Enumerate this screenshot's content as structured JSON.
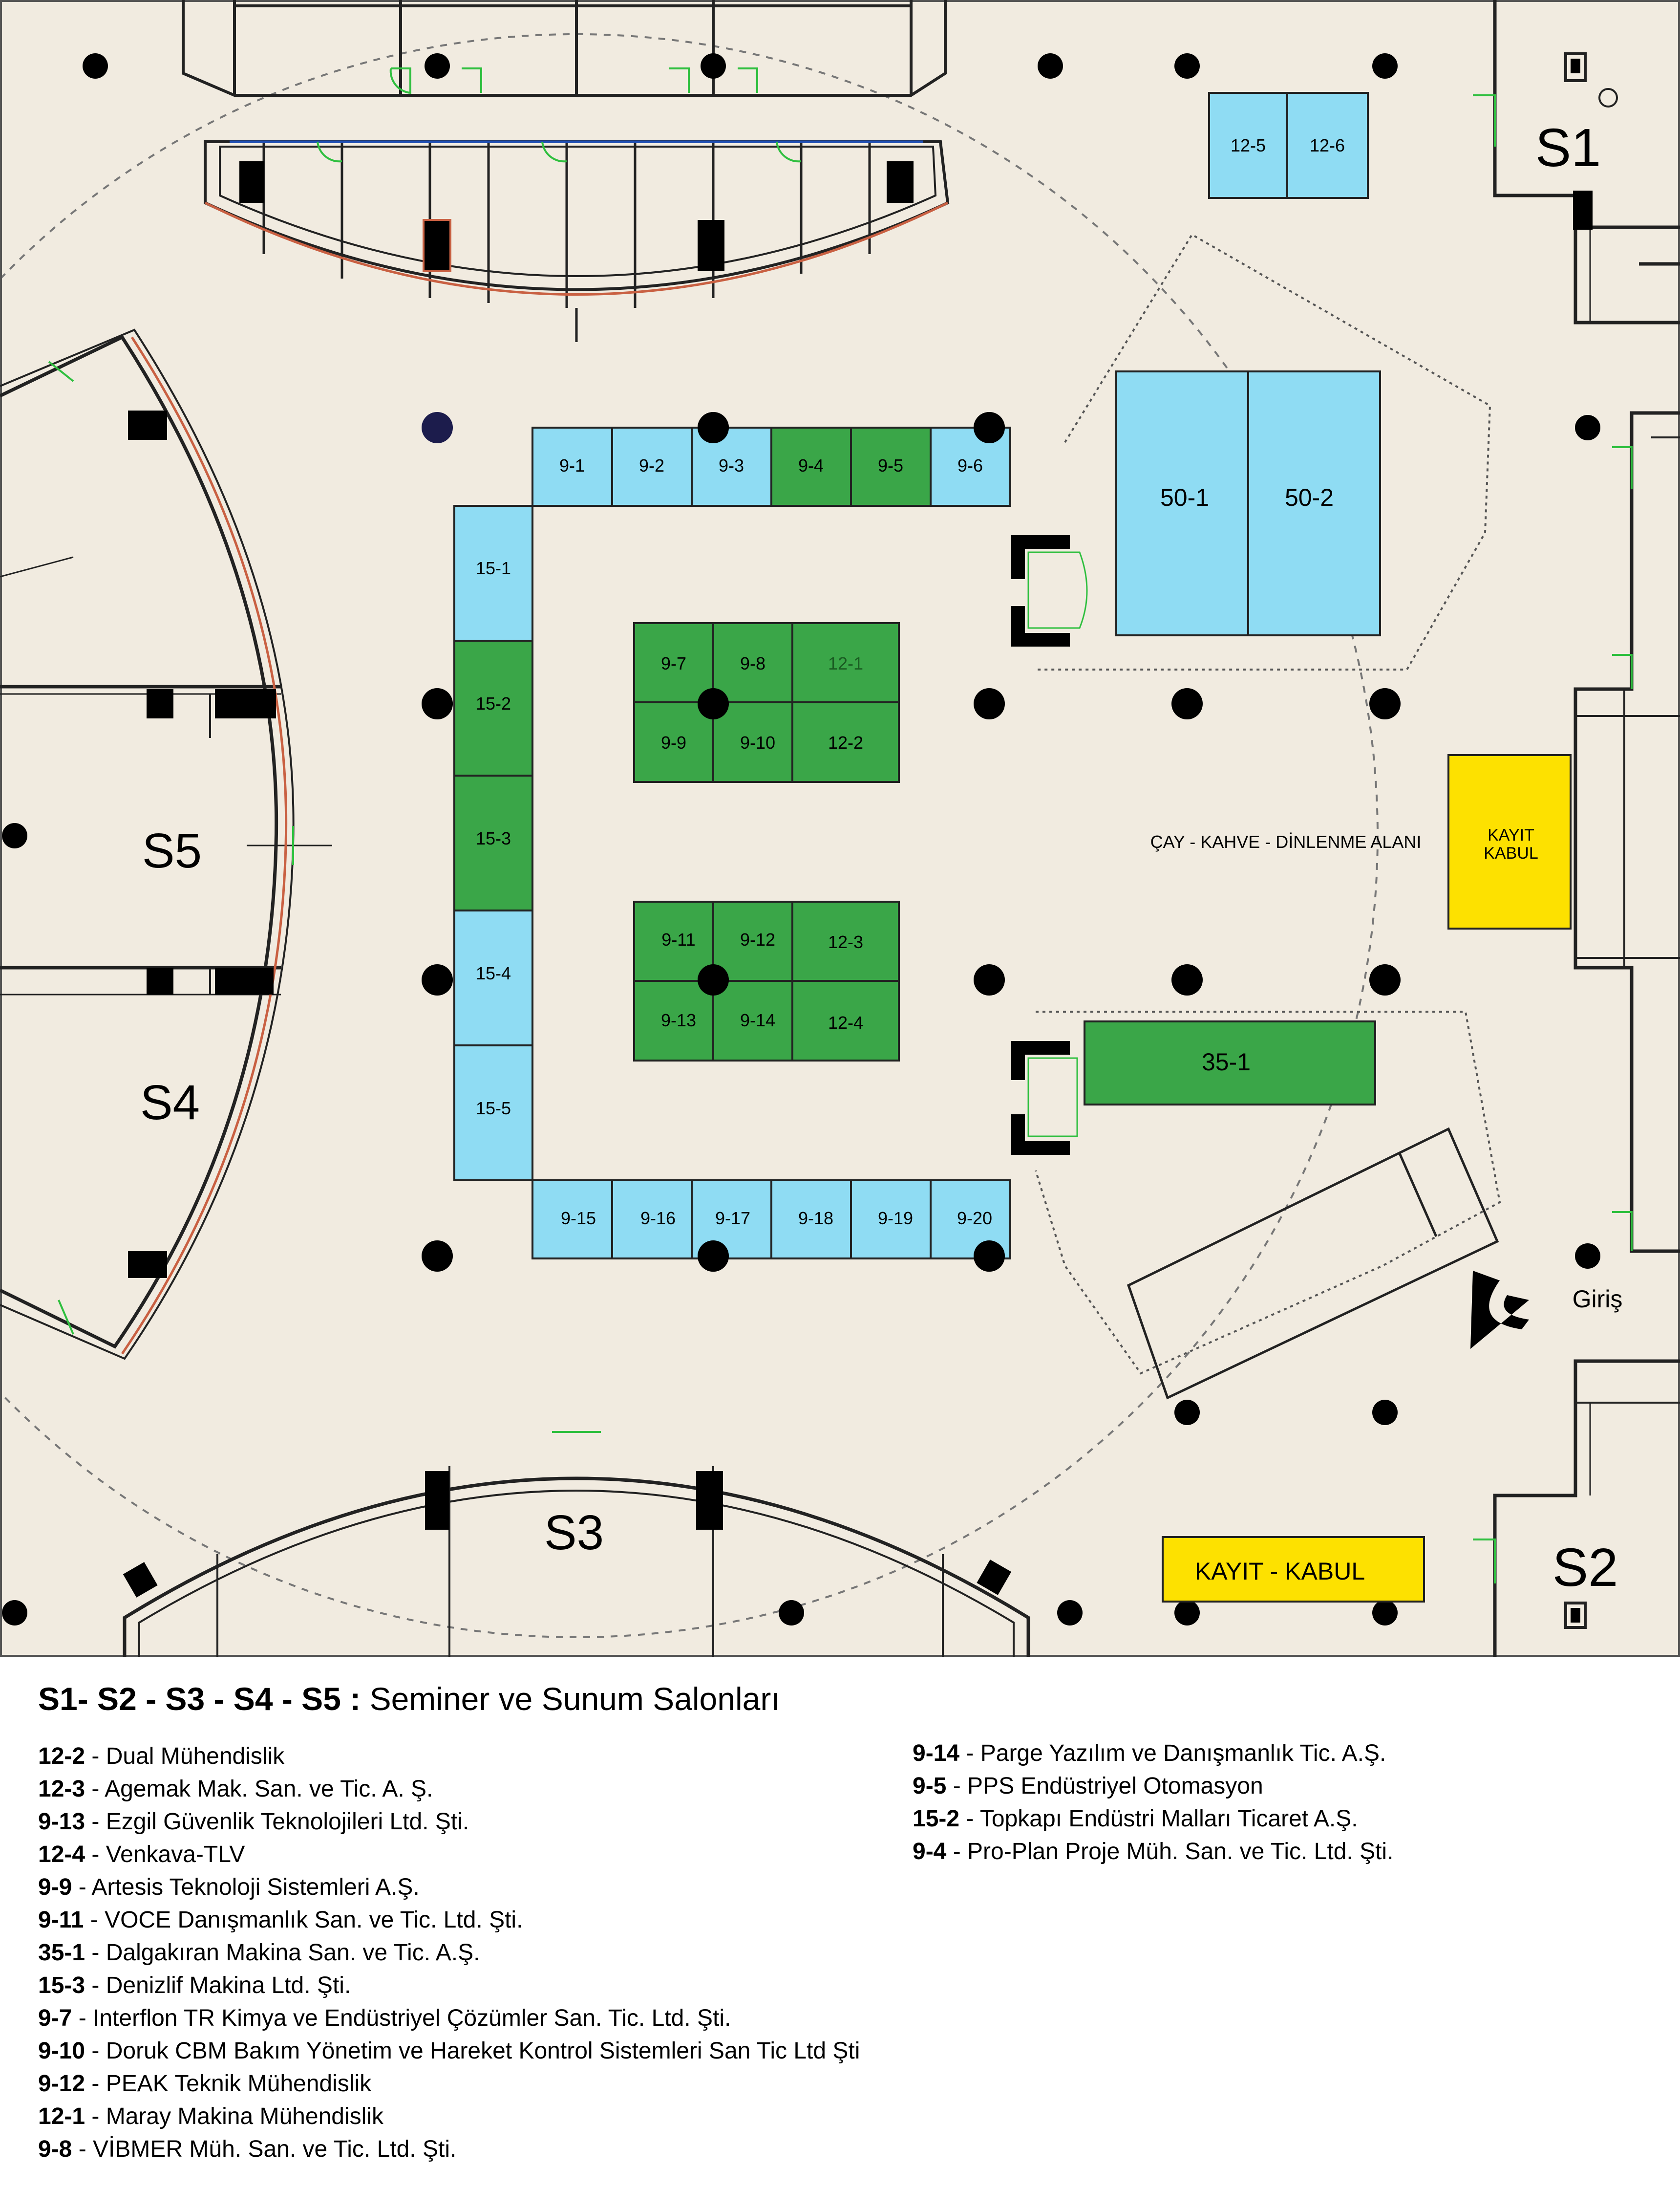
{
  "halls": {
    "s1": "S1",
    "s2": "S2",
    "s3": "S3",
    "s4": "S4",
    "s5": "S5"
  },
  "booths": {
    "b12_5": "12-5",
    "b12_6": "12-6",
    "b9_1": "9-1",
    "b9_2": "9-2",
    "b9_3": "9-3",
    "b9_4": "9-4",
    "b9_5": "9-5",
    "b9_6": "9-6",
    "b15_1": "15-1",
    "b15_2": "15-2",
    "b15_3": "15-3",
    "b15_4": "15-4",
    "b15_5": "15-5",
    "b9_7": "9-7",
    "b9_8": "9-8",
    "b12_1": "12-1",
    "b9_9": "9-9",
    "b9_10": "9-10",
    "b12_2": "12-2",
    "b9_11": "9-11",
    "b9_12": "9-12",
    "b12_3": "12-3",
    "b9_13": "9-13",
    "b9_14": "9-14",
    "b12_4": "12-4",
    "b50_1": "50-1",
    "b50_2": "50-2",
    "b35_1": "35-1",
    "b9_15": "9-15",
    "b9_16": "9-16",
    "b9_17": "9-17",
    "b9_18": "9-18",
    "b9_19": "9-19",
    "b9_20": "9-20"
  },
  "areas": {
    "lounge": "ÇAY - KAHVE - DİNLENME ALANI",
    "registration_small_line1": "KAYIT",
    "registration_small_line2": "KABUL",
    "registration_large": "KAYIT - KABUL",
    "entrance": "Giriş"
  },
  "colors": {
    "background": "#f1ebe0",
    "booth_blue": "#8fdcf3",
    "booth_green": "#3aa648",
    "registration_yellow": "#fde100",
    "wall_dark": "#000000",
    "hall_red": "#c96042",
    "door_green": "#2fbf3f"
  },
  "legend": {
    "title_bold": "S1- S2 - S3 - S4 - S5 :",
    "title_rest": " Seminer ve Sunum Salonları",
    "left": [
      {
        "code": "12-2",
        "text": " - Dual Mühendislik"
      },
      {
        "code": "12-3",
        "text": " - Agemak Mak. San. ve Tic. A. Ş."
      },
      {
        "code": "9-13",
        "text": " - Ezgil Güvenlik Teknolojileri Ltd. Şti."
      },
      {
        "code": "12-4",
        "text": " - Venkava-TLV"
      },
      {
        "code": "9-9",
        "text": " - Artesis Teknoloji Sistemleri A.Ş."
      },
      {
        "code": "9-11",
        "text": " - VOCE Danışmanlık San. ve Tic. Ltd. Şti."
      },
      {
        "code": "35-1",
        "text": " - Dalgakıran Makina San. ve Tic. A.Ş."
      },
      {
        "code": "15-3",
        "text": " - Denizlif Makina Ltd. Şti."
      },
      {
        "code": "9-7",
        "text": " - Interflon TR Kimya ve Endüstriyel Çözümler San. Tic. Ltd. Şti."
      },
      {
        "code": "9-10",
        "text": " - Doruk CBM Bakım Yönetim ve Hareket Kontrol Sistemleri San Tic Ltd Şti"
      },
      {
        "code": "9-12",
        "text": " - PEAK Teknik Mühendislik"
      },
      {
        "code": "12-1",
        "text": " - Maray Makina Mühendislik"
      },
      {
        "code": "9-8",
        "text": "  - VİBMER Müh. San. ve Tic. Ltd. Şti."
      }
    ],
    "right": [
      {
        "code": "9-14",
        "text": " - Parge Yazılım ve Danışmanlık Tic. A.Ş."
      },
      {
        "code": "9-5",
        "text": " - PPS Endüstriyel Otomasyon"
      },
      {
        "code": "15-2",
        "text": " - Topkapı Endüstri Malları Ticaret A.Ş."
      },
      {
        "code": "9-4",
        "text": " - Pro-Plan Proje Müh. San. ve Tic. Ltd. Şti."
      }
    ]
  }
}
